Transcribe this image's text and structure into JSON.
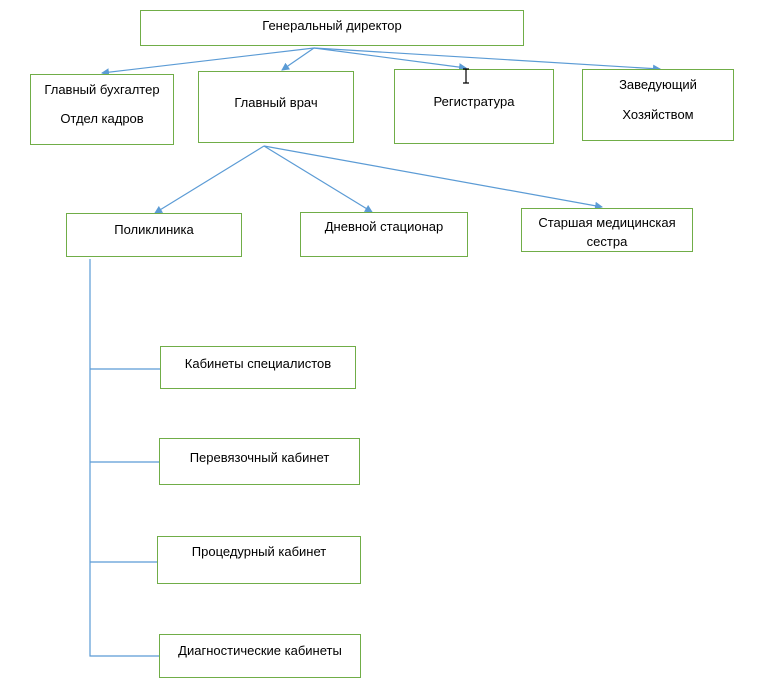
{
  "diagram": {
    "type": "org-chart",
    "colors": {
      "box_border": "#70ad47",
      "connector": "#5b9bd5",
      "text": "#000000"
    },
    "nodes": {
      "general_director": "Генеральный директор",
      "chief_accountant": {
        "line1": "Главный бухгалтер",
        "line2": "Отдел кадров"
      },
      "chief_doctor": "Главный врач",
      "registry": "Регистратура",
      "household_head": {
        "line1": "Заведующий",
        "line2": "Хозяйством"
      },
      "polyclinic": "Поликлиника",
      "day_hospital": "Дневной стационар",
      "head_nurse": {
        "line1": "Старшая медицинская",
        "line2": "сестра"
      },
      "specialist_offices": "Кабинеты специалистов",
      "dressing_room": "Перевязочный кабинет",
      "procedure_room": "Процедурный кабинет",
      "diagnostic_rooms": "Диагностические кабинеты"
    },
    "edges": [
      [
        "general_director",
        "chief_accountant"
      ],
      [
        "general_director",
        "chief_doctor"
      ],
      [
        "general_director",
        "registry"
      ],
      [
        "general_director",
        "household_head"
      ],
      [
        "chief_doctor",
        "polyclinic"
      ],
      [
        "chief_doctor",
        "day_hospital"
      ],
      [
        "chief_doctor",
        "head_nurse"
      ],
      [
        "polyclinic",
        "specialist_offices"
      ],
      [
        "polyclinic",
        "dressing_room"
      ],
      [
        "polyclinic",
        "procedure_room"
      ],
      [
        "polyclinic",
        "diagnostic_rooms"
      ]
    ],
    "icons": {
      "cursor": "text-cursor-icon"
    }
  }
}
